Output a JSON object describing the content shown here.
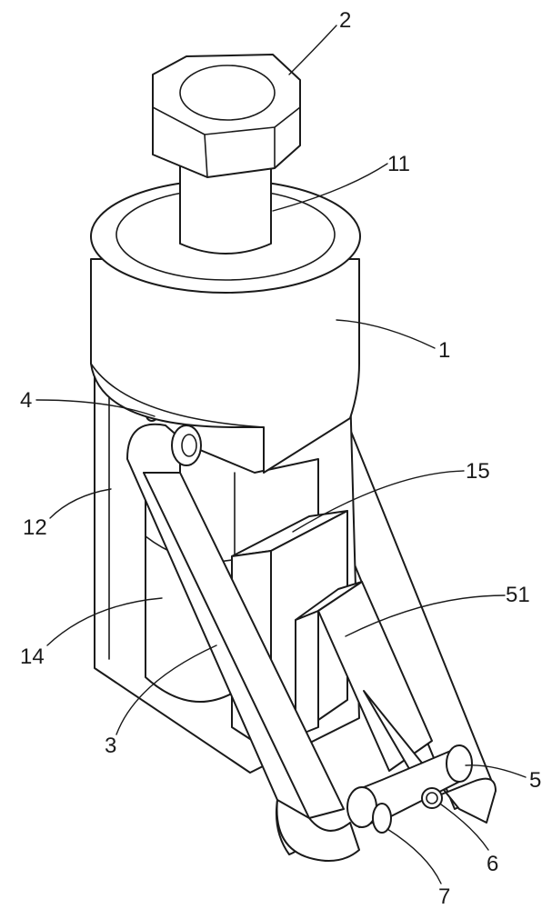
{
  "labels": {
    "l2": "2",
    "l11": "11",
    "l1": "1",
    "l4": "4",
    "l15": "15",
    "l12": "12",
    "l51": "51",
    "l14": "14",
    "l3": "3",
    "l5": "5",
    "l6": "6",
    "l7": "7"
  }
}
